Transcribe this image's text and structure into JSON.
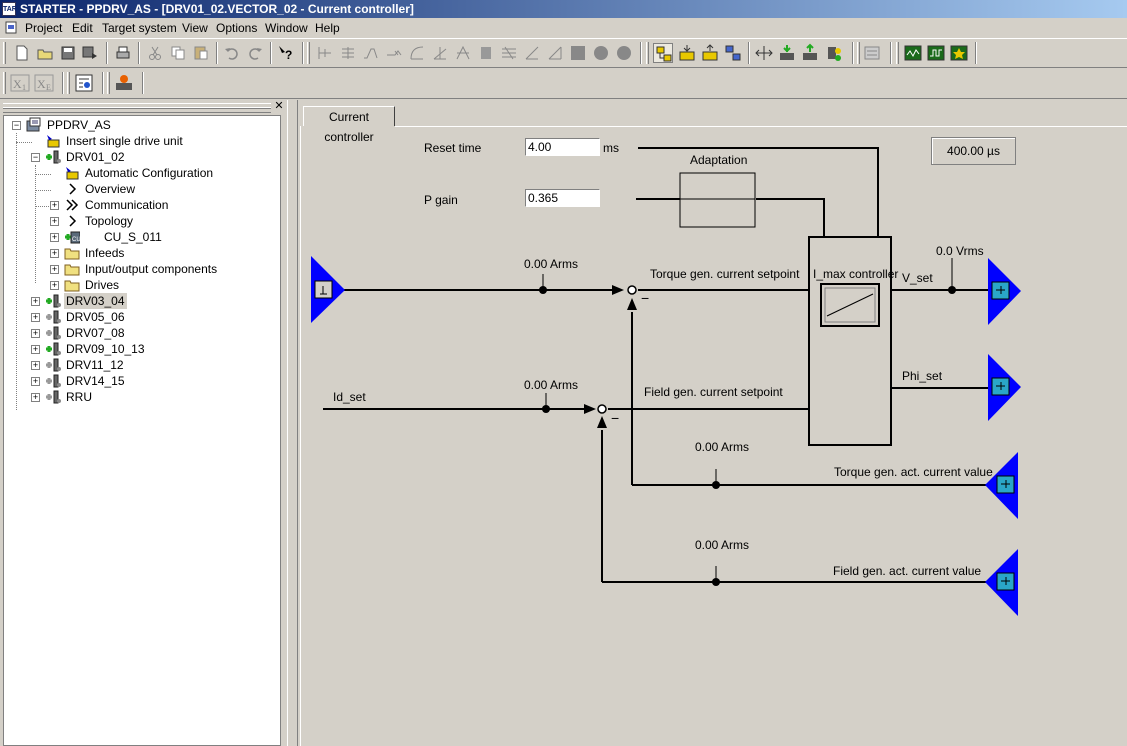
{
  "titlebar": {
    "app_icon_text": "TAR",
    "title": "STARTER - PPDRV_AS - [DRV01_02.VECTOR_02 - Current controller]"
  },
  "menu": {
    "items": [
      "Project",
      "Edit",
      "Target system",
      "View",
      "Options",
      "Window",
      "Help"
    ]
  },
  "toolbar1": {
    "icons": [
      "new-icon",
      "open-icon",
      "save-icon",
      "save-compile-icon",
      "print-icon",
      "cut-icon",
      "copy-icon",
      "paste-icon",
      "undo-icon",
      "redo-icon",
      "help-icon",
      "block-1-icon",
      "block-2-icon",
      "block-3-icon",
      "block-4-icon",
      "block-5-icon",
      "block-6-icon",
      "block-7-icon",
      "block-8-icon",
      "block-9-icon",
      "block-10-icon",
      "block-11-icon",
      "square-icon",
      "circle-icon",
      "circle-2-icon",
      "online-icon",
      "load-to-pg-icon",
      "load-to-target-icon",
      "copy-ram-rom-icon",
      "connect-icon",
      "target-1-icon",
      "target-2-icon",
      "target-3-icon",
      "diagnostics-icon",
      "trace-icon",
      "function-gen-icon",
      "measure-icon"
    ]
  },
  "toolbar2": {
    "icons": [
      "x1-icon",
      "xe-icon",
      "info-icon",
      "device-icon"
    ]
  },
  "tree": {
    "items": [
      {
        "label": "PPDRV_AS",
        "icon": "project-icon",
        "expander": "−",
        "selected": false
      },
      {
        "label": "Insert single drive unit",
        "icon": "insert-icon",
        "expander": "",
        "selected": false
      },
      {
        "label": "DRV01_02",
        "icon": "drive-online-icon",
        "expander": "−",
        "selected": false
      },
      {
        "label": "Automatic Configuration",
        "icon": "insert-icon",
        "expander": "",
        "selected": false
      },
      {
        "label": "Overview",
        "icon": "arrow-icon",
        "expander": "",
        "selected": false
      },
      {
        "label": "Communication",
        "icon": "double-arrow-icon",
        "expander": "+",
        "selected": false
      },
      {
        "label": "Topology",
        "icon": "arrow-icon",
        "expander": "+",
        "selected": false
      },
      {
        "label": "CU_S_011",
        "icon": "control-unit-icon",
        "expander": "+",
        "selected": false
      },
      {
        "label": "Infeeds",
        "icon": "folder-icon",
        "expander": "+",
        "selected": false
      },
      {
        "label": "Input/output components",
        "icon": "folder-icon",
        "expander": "+",
        "selected": false
      },
      {
        "label": "Drives",
        "icon": "folder-icon",
        "expander": "+",
        "selected": false
      },
      {
        "label": "DRV03_04",
        "icon": "drive-online-icon",
        "expander": "+",
        "selected": true
      },
      {
        "label": "DRV05_06",
        "icon": "drive-offline-icon",
        "expander": "+",
        "selected": false
      },
      {
        "label": "DRV07_08",
        "icon": "drive-offline-icon",
        "expander": "+",
        "selected": false
      },
      {
        "label": "DRV09_10_13",
        "icon": "drive-online-icon",
        "expander": "+",
        "selected": false
      },
      {
        "label": "DRV11_12",
        "icon": "drive-offline-icon",
        "expander": "+",
        "selected": false
      },
      {
        "label": "DRV14_15",
        "icon": "drive-offline-icon",
        "expander": "+",
        "selected": false
      },
      {
        "label": "RRU",
        "icon": "drive-offline-icon",
        "expander": "+",
        "selected": false
      }
    ]
  },
  "tab": {
    "label": "Current controller"
  },
  "diagram": {
    "reset_time_label": "Reset time",
    "reset_time_value": "4.00",
    "reset_time_unit": "ms",
    "p_gain_label": "P gain",
    "p_gain_value": "0.365",
    "adaptation_label": "Adaptation",
    "sample_time": "400.00 µs",
    "torque_setpoint_value": "0.00 Arms",
    "torque_setpoint_label": "Torque gen. current setpoint",
    "id_set_label": "Id_set",
    "field_setpoint_value": "0.00 Arms",
    "field_setpoint_label": "Field gen. current setpoint",
    "controller_label": "I_max controller",
    "v_set_label": "V_set",
    "v_set_value": "0.0 Vrms",
    "phi_set_label": "Phi_set",
    "torque_actual_value": "0.00 Arms",
    "torque_actual_label": "Torque gen. act. current value",
    "field_actual_value": "0.00 Arms",
    "field_actual_label": "Field gen. act. current value",
    "minus_sign": "−"
  },
  "colors": {
    "connector_blue": "#0000ff",
    "title_gradient_start": "#0a246a",
    "title_gradient_end": "#a6caf0"
  }
}
